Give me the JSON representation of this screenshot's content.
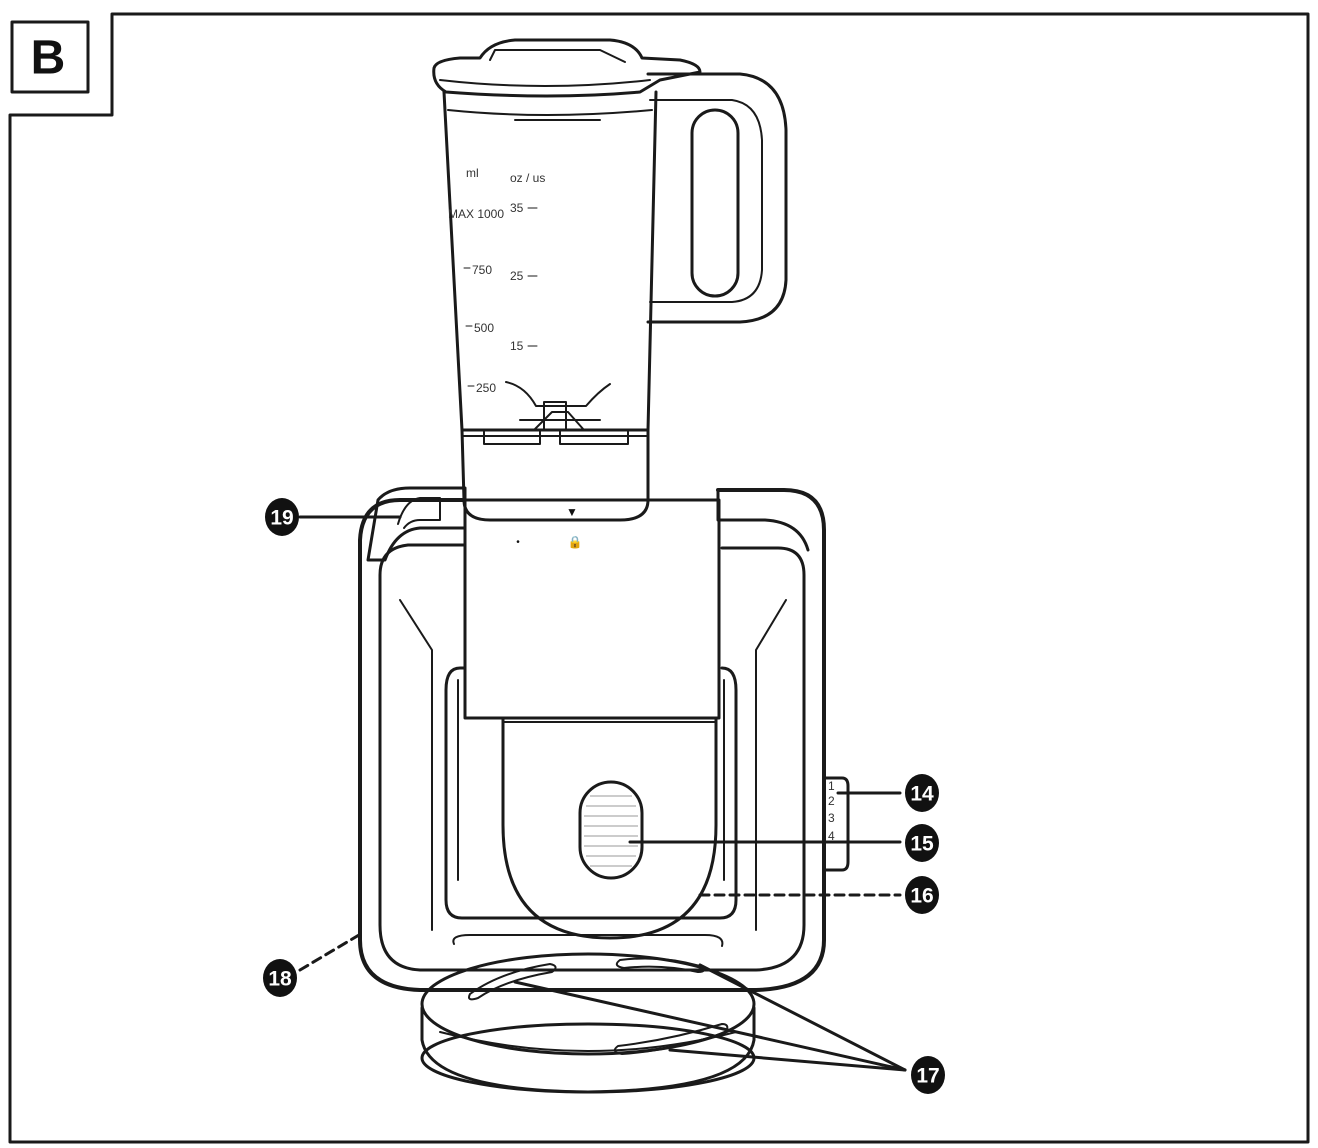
{
  "figure": {
    "letter": "B",
    "ink_color": "#1a1a1a"
  },
  "jug_scale": {
    "ml_header": "ml",
    "oz_header": "oz / us",
    "ml_marks": [
      "MAX 1000",
      "750",
      "500",
      "250"
    ],
    "oz_marks": [
      "35",
      "25",
      "15"
    ]
  },
  "lock_symbols": {
    "open": "🔓",
    "lock": "🔒",
    "arrow": "▼"
  },
  "speed_knob": {
    "marks": [
      "1",
      "2",
      "3",
      "4"
    ]
  },
  "callouts": [
    {
      "num": "14"
    },
    {
      "num": "15"
    },
    {
      "num": "16"
    },
    {
      "num": "17"
    },
    {
      "num": "18"
    },
    {
      "num": "19"
    }
  ]
}
